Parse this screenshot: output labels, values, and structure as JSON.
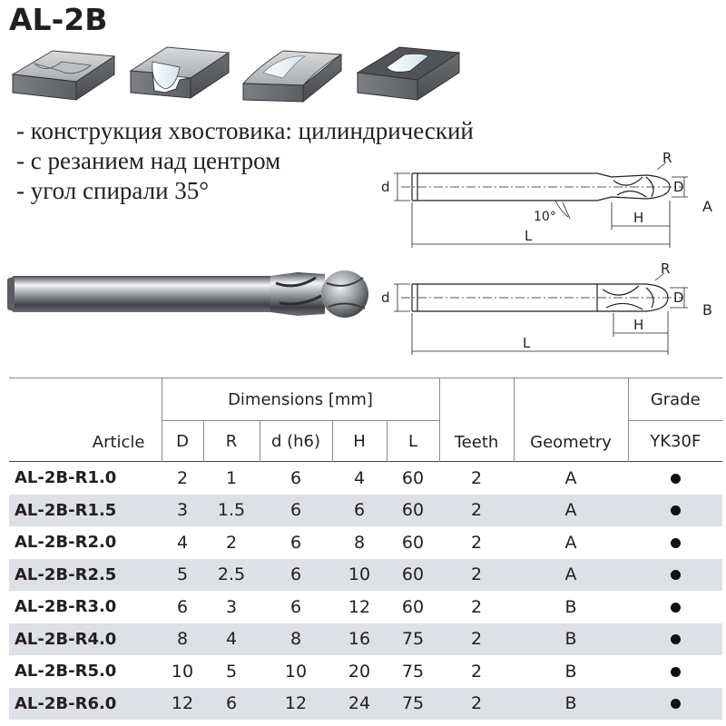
{
  "title": "AL-2B",
  "features": [
    "- конструкция хвостовика: цилиндрический",
    "- с резанием над центром",
    "- угол спирали 35°"
  ],
  "drawing_a": {
    "label": "A",
    "r": "R",
    "d": "d",
    "D": "D",
    "H": "H",
    "L": "L",
    "angle": "10°"
  },
  "drawing_b": {
    "label": "B",
    "r": "R",
    "d": "d",
    "D": "D",
    "H": "H",
    "L": "L"
  },
  "table": {
    "header": {
      "article": "Article",
      "dimensions": "Dimensions [mm]",
      "D": "D",
      "R": "R",
      "d": "d (h6)",
      "H": "H",
      "L": "L",
      "teeth": "Teeth",
      "geometry": "Geometry",
      "grade": "Grade",
      "grade_name": "YK30F"
    },
    "rows": [
      {
        "article": "AL-2B-R1.0",
        "D": "2",
        "R": "1",
        "d": "6",
        "H": "4",
        "L": "60",
        "teeth": "2",
        "geometry": "A",
        "grade": true
      },
      {
        "article": "AL-2B-R1.5",
        "D": "3",
        "R": "1.5",
        "d": "6",
        "H": "6",
        "L": "60",
        "teeth": "2",
        "geometry": "A",
        "grade": true
      },
      {
        "article": "AL-2B-R2.0",
        "D": "4",
        "R": "2",
        "d": "6",
        "H": "8",
        "L": "60",
        "teeth": "2",
        "geometry": "A",
        "grade": true
      },
      {
        "article": "AL-2B-R2.5",
        "D": "5",
        "R": "2.5",
        "d": "6",
        "H": "10",
        "L": "60",
        "teeth": "2",
        "geometry": "A",
        "grade": true
      },
      {
        "article": "AL-2B-R3.0",
        "D": "6",
        "R": "3",
        "d": "6",
        "H": "12",
        "L": "60",
        "teeth": "2",
        "geometry": "B",
        "grade": true
      },
      {
        "article": "AL-2B-R4.0",
        "D": "8",
        "R": "4",
        "d": "8",
        "H": "16",
        "L": "75",
        "teeth": "2",
        "geometry": "B",
        "grade": true
      },
      {
        "article": "AL-2B-R5.0",
        "D": "10",
        "R": "5",
        "d": "10",
        "H": "20",
        "L": "75",
        "teeth": "2",
        "geometry": "B",
        "grade": true
      },
      {
        "article": "AL-2B-R6.0",
        "D": "12",
        "R": "6",
        "d": "12",
        "H": "24",
        "L": "75",
        "teeth": "2",
        "geometry": "B",
        "grade": true
      }
    ]
  },
  "colors": {
    "row_shade": "#dde0e4",
    "text": "#231f20",
    "block_gray": "#8c8f93"
  }
}
